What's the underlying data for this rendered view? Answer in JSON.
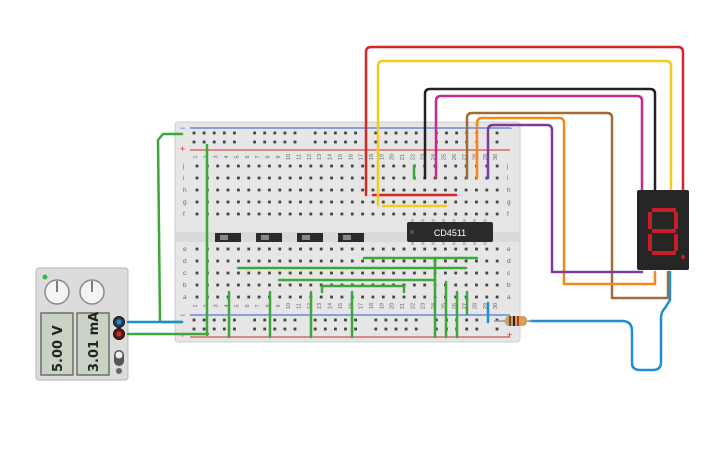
{
  "canvas": {
    "background": "#ffffff"
  },
  "power_supply": {
    "voltage": "5.00 V",
    "current": "3.01 mA",
    "colors": {
      "body": "#dcdcdc",
      "display": "#c8d3c3",
      "led": "#3ab54a"
    }
  },
  "breadboard": {
    "row_letters_top": [
      "j",
      "i",
      "h",
      "g",
      "f"
    ],
    "row_letters_bottom": [
      "e",
      "d",
      "c",
      "b",
      "a"
    ],
    "column_numbers": [
      "1",
      "2",
      "3",
      "4",
      "5",
      "6",
      "7",
      "8",
      "9",
      "10",
      "11",
      "12",
      "13",
      "14",
      "15",
      "16",
      "17",
      "18",
      "19",
      "20",
      "21",
      "22",
      "23",
      "24",
      "25",
      "26",
      "27",
      "28",
      "29",
      "30"
    ],
    "rail_plus": "+",
    "rail_minus": "−",
    "colors": {
      "body": "#e6e6e6",
      "hole": "#444444",
      "rail_red": "#d02a2a",
      "rail_blue": "#2a5bd0"
    }
  },
  "chip": {
    "label": "CD4511",
    "color": "#2b2b2b"
  },
  "switches": {
    "count": 4,
    "color": "#2b2b2b"
  },
  "seven_segment": {
    "digit_shown": "8",
    "segment_color": "#c81e2a",
    "body_color": "#262626"
  },
  "resistor": {
    "color": "#c9a26a"
  },
  "wire_colors": {
    "red": "#d42727",
    "yellow": "#f2cc1d",
    "black": "#222222",
    "magenta": "#c42b8e",
    "brown": "#a06a3a",
    "orange": "#f08a1c",
    "purple": "#7c3aa0",
    "green": "#3aa93a",
    "blue": "#1f8fd0"
  }
}
